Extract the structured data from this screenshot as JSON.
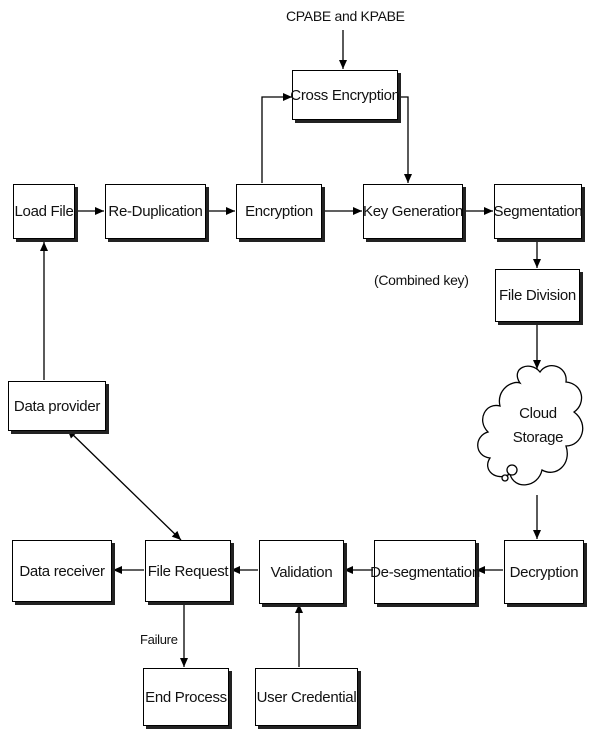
{
  "nodes": {
    "load_file": "Load File",
    "re_duplication": "Re-Duplication",
    "encryption": "Encryption",
    "key_generation": "Key Generation",
    "segmentation": "Segmentation",
    "cross_encryption": "Cross Encryption",
    "file_division": "File Division",
    "cloud_storage_line1": "Cloud",
    "cloud_storage_line2": "Storage",
    "decryption": "Decryption",
    "de_segmentation": "De-segmentation",
    "validation": "Validation",
    "file_request": "File Request",
    "data_receiver": "Data receiver",
    "data_provider": "Data provider",
    "end_process": "End Process",
    "user_credential": "User Credential"
  },
  "labels": {
    "cpabe_kpabe": "CPABE and KPABE",
    "combined_key": "(Combined key)",
    "failure": "Failure"
  }
}
